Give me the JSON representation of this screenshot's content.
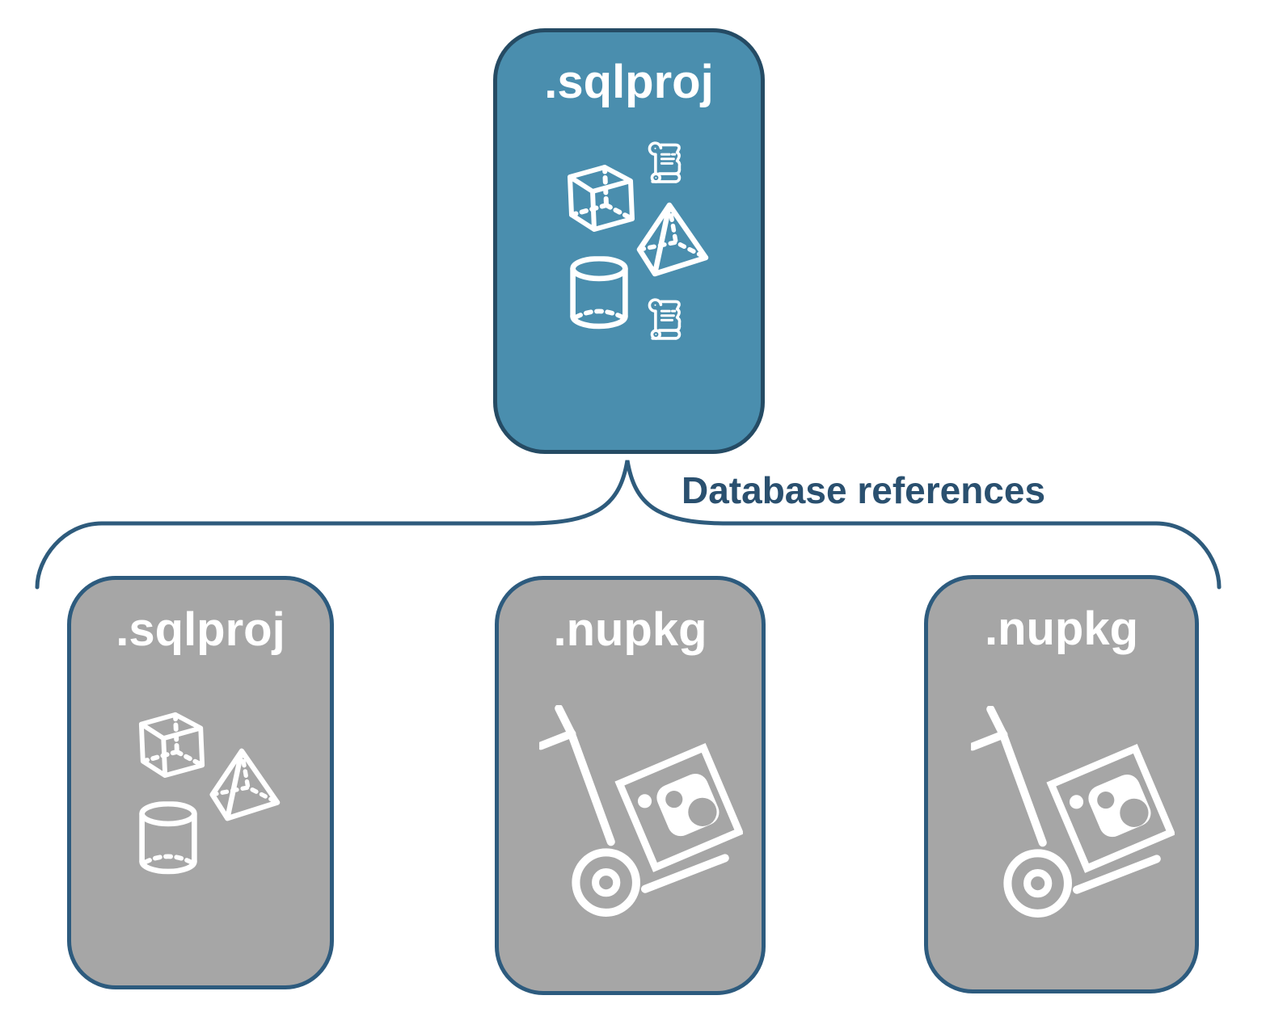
{
  "diagram": {
    "background": "#FFFFFF",
    "root_node": {
      "label": ".sqlproj",
      "fill": "#4A8EAE",
      "border_color": "#254B64",
      "text_color": "#FFFFFF",
      "icons": [
        "cube-icon",
        "scroll-icon",
        "pyramid-icon",
        "cylinder-icon",
        "scroll-icon"
      ]
    },
    "connector": {
      "label": "Database references",
      "line_color": "#2E5B7C",
      "text_color": "#2A506F"
    },
    "child_nodes": [
      {
        "label": ".sqlproj",
        "fill": "#A6A6A6",
        "border_color": "#2D5B7E",
        "text_color": "#FFFFFF",
        "icons": [
          "cube-icon",
          "pyramid-icon",
          "cylinder-icon"
        ]
      },
      {
        "label": ".nupkg",
        "fill": "#A6A6A6",
        "border_color": "#2D5B7E",
        "text_color": "#FFFFFF",
        "icons": [
          "package-dolly-icon"
        ]
      },
      {
        "label": ".nupkg",
        "fill": "#A6A6A6",
        "border_color": "#2D5B7E",
        "text_color": "#FFFFFF",
        "icons": [
          "package-dolly-icon"
        ]
      }
    ],
    "icon_color": "#FFFFFF"
  }
}
